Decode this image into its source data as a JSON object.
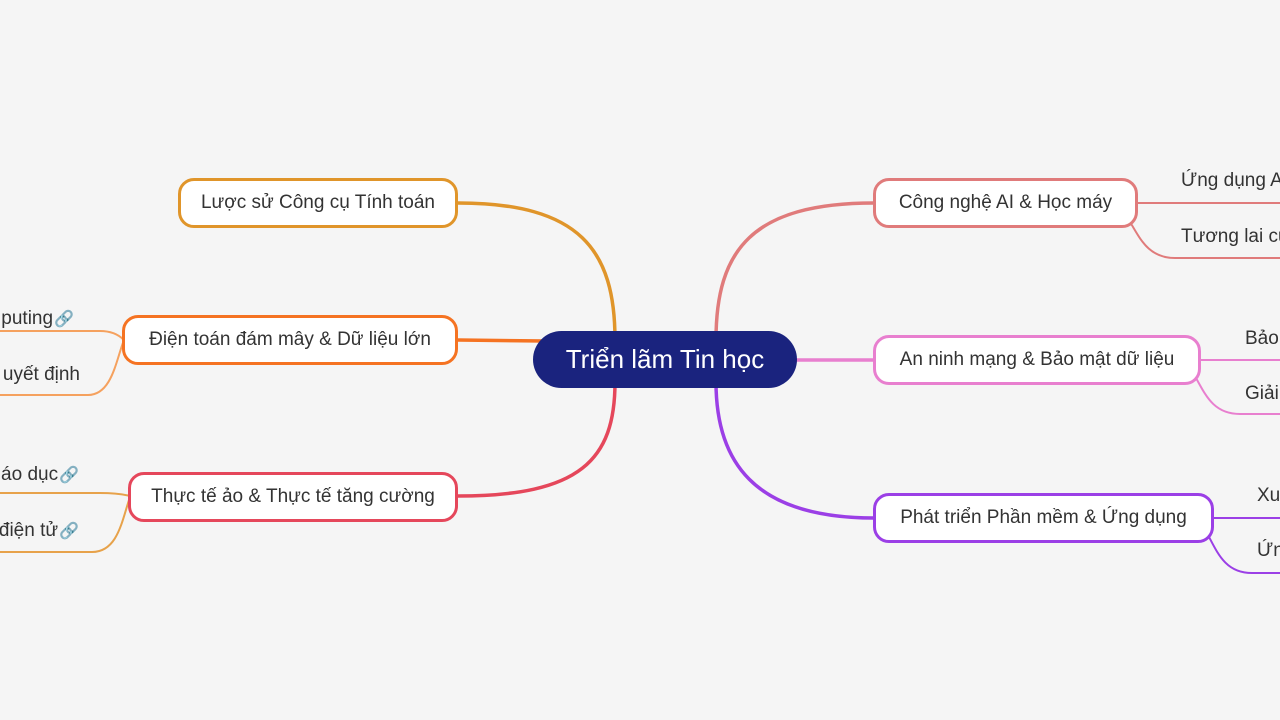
{
  "root": {
    "label": "Triển lãm Tin học",
    "color": "#1a237e"
  },
  "topics": {
    "history": {
      "label": "Lược sử Công cụ Tính toán",
      "color": "#e0952a"
    },
    "cloud": {
      "label": "Điện toán đám mây & Dữ liệu lớn",
      "color": "#f57322",
      "children": [
        {
          "label": "puting",
          "link": "🔗"
        },
        {
          "label": "uyết định"
        }
      ]
    },
    "vr": {
      "label": "Thực tế ảo & Thực tế tăng cường",
      "color": "#e5475b",
      "children": [
        {
          "label": "áo dục",
          "link": "🔗"
        },
        {
          "label": "điện tử",
          "link": "🔗"
        }
      ]
    },
    "ai": {
      "label": "Công nghệ AI & Học máy",
      "color": "#e07b7b",
      "children": [
        {
          "label": "Ứng dụng A"
        },
        {
          "label": "Tương lai củ"
        }
      ]
    },
    "security": {
      "label": "An ninh mạng & Bảo mật dữ liệu",
      "color": "#e87fcf",
      "children": [
        {
          "label": "Bảo"
        },
        {
          "label": "Giải"
        }
      ]
    },
    "software": {
      "label": "Phát triển Phần mềm & Ứng dụng",
      "color": "#9b3fe6",
      "children": [
        {
          "label": "Xu"
        },
        {
          "label": "Ứn"
        }
      ]
    }
  },
  "colors": {
    "background": "#f5f5f5",
    "cloud_child_line": "#f5a15e",
    "vr_child_line": "#e7a24a"
  }
}
